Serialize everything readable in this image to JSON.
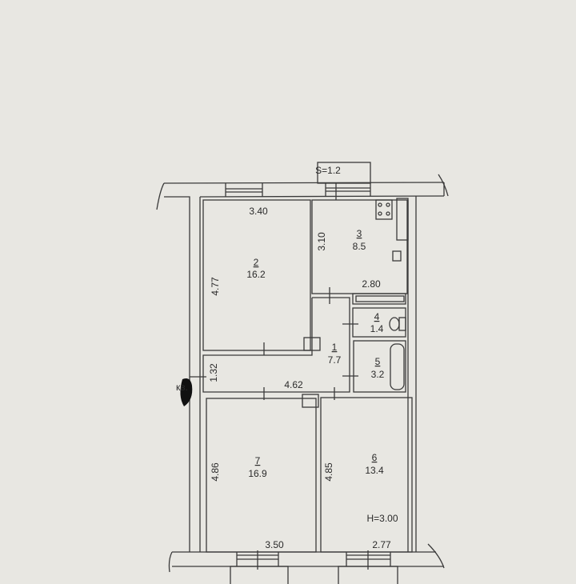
{
  "balcony_label": "S=1.2",
  "height_label": "H=3.00",
  "entrance_label": "кв.",
  "rooms": [
    {
      "number": "1",
      "area": "7.7"
    },
    {
      "number": "2",
      "area": "16.2"
    },
    {
      "number": "3",
      "area": "8.5"
    },
    {
      "number": "4",
      "area": "1.4"
    },
    {
      "number": "5",
      "area": "3.2"
    },
    {
      "number": "6",
      "area": "13.4"
    },
    {
      "number": "7",
      "area": "16.9"
    }
  ],
  "dimensions": {
    "room2_width": "3.40",
    "room2_length": "4.77",
    "room3_length": "3.10",
    "room3_width": "2.80",
    "corridor_width": "1.32",
    "corridor_length": "4.62",
    "room7_length": "4.86",
    "room7_width": "3.50",
    "room6_length": "4.85",
    "room6_width": "2.77"
  }
}
